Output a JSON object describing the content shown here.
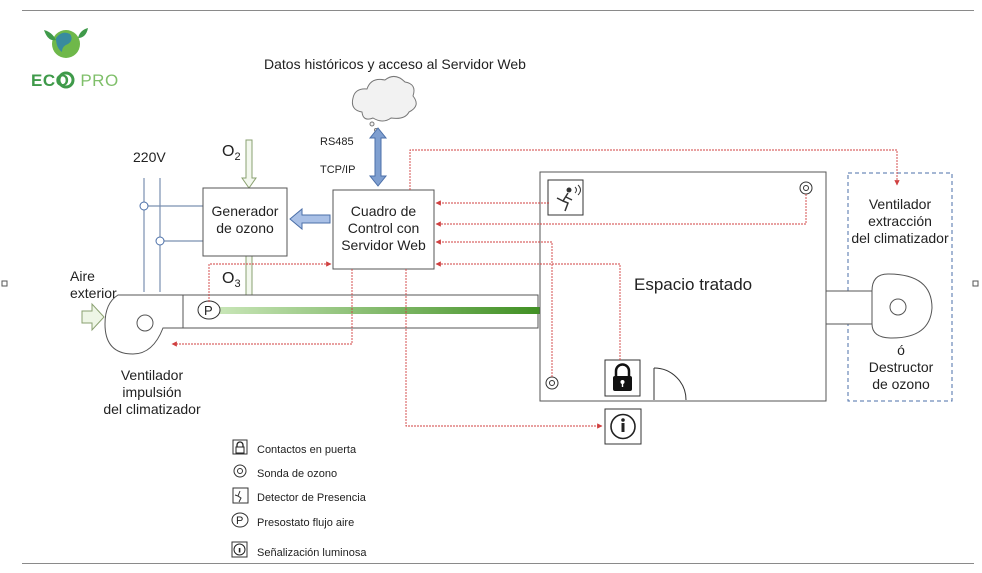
{
  "logo": {
    "left": "ECO",
    "right": "PRO",
    "green": "#3f9a4a",
    "blue": "#2a7fb3"
  },
  "cloud_label": "Datos históricos y acceso al Servidor Web",
  "protocol_1": "RS485",
  "protocol_2": "TCP/IP",
  "voltage": "220V",
  "o2": {
    "base": "O",
    "sub": "2"
  },
  "o3": {
    "base": "O",
    "sub": "3"
  },
  "generator": {
    "line1": "Generador",
    "line2": "de ozono"
  },
  "control": {
    "line1": "Cuadro de",
    "line2": "Control con",
    "line3": "Servidor Web"
  },
  "aire": {
    "line1": "Aire",
    "line2": "exterior"
  },
  "impulsion": {
    "line1": "Ventilador",
    "line2": "impulsión",
    "line3": "del climatizador"
  },
  "espacio": "Espacio tratado",
  "extraccion": {
    "line1": "Ventilador",
    "line2": "extracción",
    "line3": "del climatizador"
  },
  "destructor": {
    "line1": "ó",
    "line2": "Destructor",
    "line3": "de ozono"
  },
  "pressure_symbol": "P",
  "legend": [
    {
      "icon": "lock-icon",
      "label": "Contactos en puerta"
    },
    {
      "icon": "ozone-probe-icon",
      "label": "Sonda de ozono"
    },
    {
      "icon": "presence-detector-icon",
      "label": "Detector de Presencia"
    },
    {
      "icon": "pressure-switch-icon",
      "label": "Presostato flujo aire"
    },
    {
      "icon": "info-light-icon",
      "label": "Señalización luminosa"
    }
  ],
  "colors": {
    "signal": "#d04040",
    "ozone_flow": "#4a9e2a",
    "data_link": "#7f9fd0",
    "wire": "#7a90b0",
    "box": "#555555"
  }
}
